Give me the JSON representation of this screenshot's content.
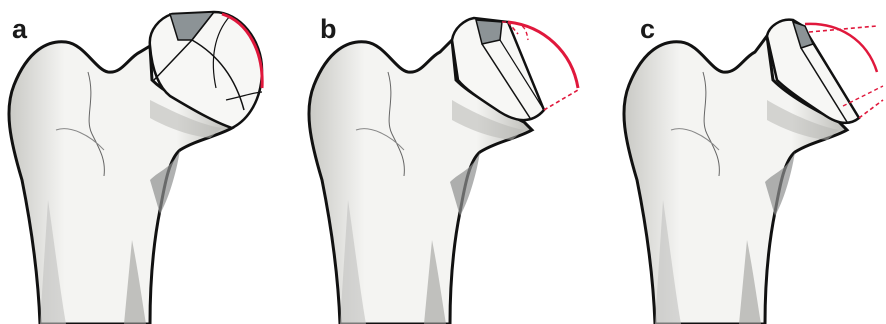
{
  "figure": {
    "panels": [
      {
        "label": "a"
      },
      {
        "label": "b"
      },
      {
        "label": "c"
      }
    ],
    "colors": {
      "outline": "#111111",
      "bone_fill": "#f4f4f2",
      "bone_shade": "#b8b8b4",
      "resected_block": "#8c9396",
      "red_arc": "#e0183c",
      "red_dashed": "#e0183c"
    }
  }
}
